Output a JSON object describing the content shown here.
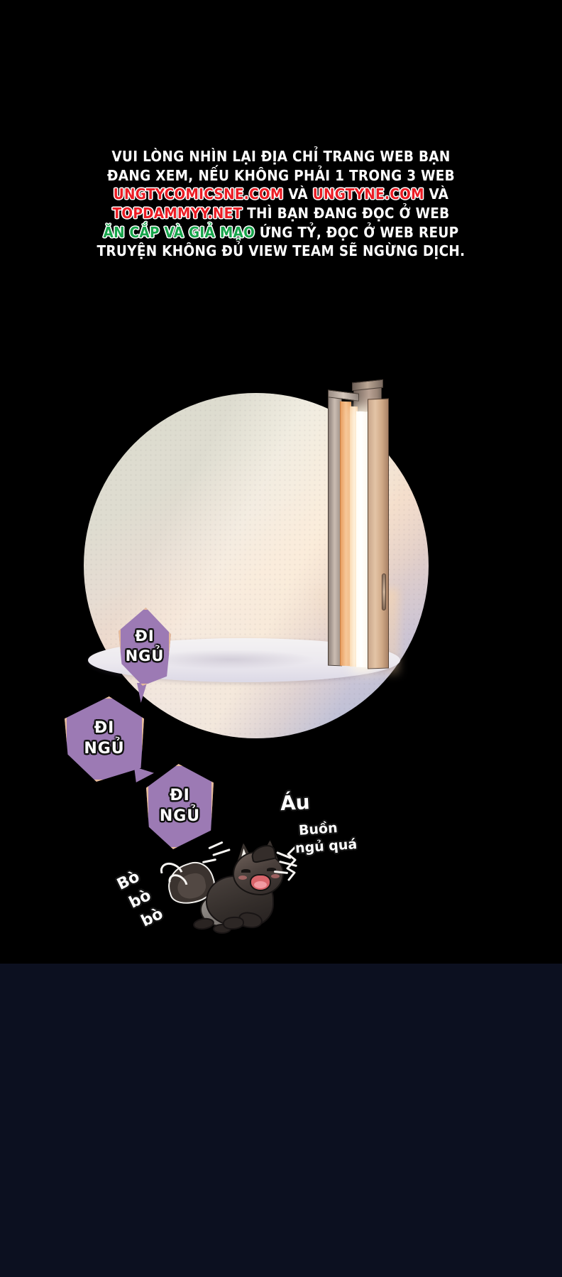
{
  "page": {
    "background_color": "#000000",
    "bottom_band_color": "#0c1020"
  },
  "notice": {
    "lines": [
      [
        {
          "t": "VUI LÒNG NHÌN LẠI ĐỊA CHỈ TRANG WEB BẠN",
          "c": "white"
        }
      ],
      [
        {
          "t": "ĐANG XEM, NẾU KHÔNG PHẢI 1 TRONG 3 WEB",
          "c": "white"
        }
      ],
      [
        {
          "t": "UNGTYCOMICSNE.COM",
          "c": "red"
        },
        {
          "t": " VÀ ",
          "c": "white"
        },
        {
          "t": "UNGTYNE.COM",
          "c": "red"
        },
        {
          "t": " VÀ",
          "c": "white"
        }
      ],
      [
        {
          "t": "TOPDAMMYY.NET",
          "c": "red"
        },
        {
          "t": " THÌ BẠN ĐANG ĐỌC Ở WEB",
          "c": "white"
        }
      ],
      [
        {
          "t": "ĂN CẮP VÀ GIẢ MẠO",
          "c": "green"
        },
        {
          "t": " ỨNG TỶ, ĐỌC Ở WEB REUP",
          "c": "white"
        }
      ],
      [
        {
          "t": "TRUYỆN KHÔNG ĐỦ VIEW TEAM SẼ NGỪNG DỊCH.",
          "c": "white"
        }
      ]
    ],
    "colors": {
      "white": "#ffffff",
      "red": "#ec1c24",
      "green": "#16a44a"
    }
  },
  "panel": {
    "bubbles": [
      {
        "line1": "ĐI",
        "line2": "NGỦ"
      },
      {
        "line1": "ĐI",
        "line2": "NGỦ"
      },
      {
        "line1": "ĐI",
        "line2": "NGỦ"
      }
    ],
    "bubble_fill": "#9c7ab4",
    "bubble_border": "#e6bb9a",
    "sfx": {
      "au": "Áu",
      "buon": "Buồn",
      "ngu_qua": "ngủ quá",
      "bo_1": "Bò",
      "bo_2": "bò",
      "bo_3": "bò"
    },
    "door": {
      "glow_color": "#ffffff",
      "warm_frame_color": "#f3b97f"
    },
    "character": {
      "name": "wolf-boy",
      "body_color": "#2e2826",
      "shorts_color": "#8e8985",
      "mouth_color": "#d9656b"
    },
    "floor_color": "#ece9ef",
    "spotlight_top_color": "#dcdbce",
    "spotlight_bottom_color": "#b6bcd8"
  }
}
